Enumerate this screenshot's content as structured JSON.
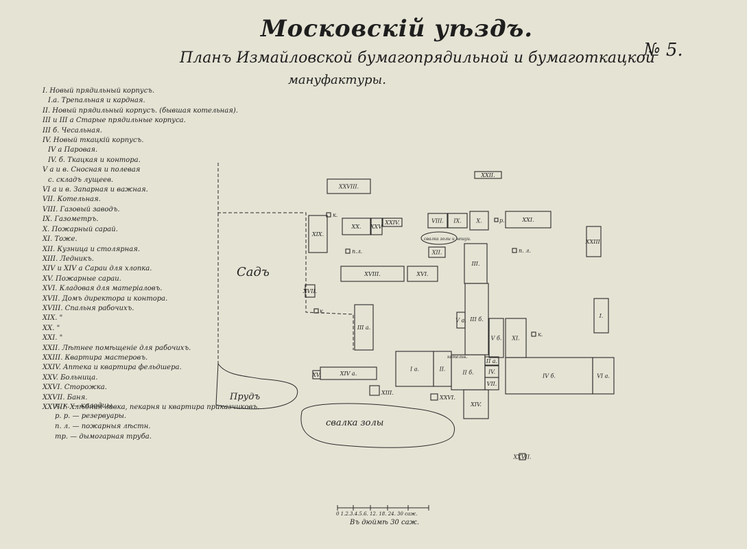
{
  "title": {
    "county": "Московскій уѣздъ.",
    "plan_line1": "Планъ Измайловской бумагопрядильной и бумаготкацкой",
    "plan_line2": "мануфактуры.",
    "sheet_number": "№ 5."
  },
  "legend": [
    {
      "key": "I.",
      "text": "Новый прядильный корпусъ."
    },
    {
      "key": "I.а.",
      "text": "Трепальная и кардная."
    },
    {
      "key": "II.",
      "text": "Новый прядильный корпусъ. (бывшая котельная)."
    },
    {
      "key": "III и III а",
      "text": "Старые прядильные корпуса."
    },
    {
      "key": "III б.",
      "text": "Чесальная."
    },
    {
      "key": "IV.",
      "text": "Новый ткацкій корпусъ."
    },
    {
      "key": "IV а",
      "text": "Паровая."
    },
    {
      "key": "IV. б.",
      "text": "Ткацкая и контора."
    },
    {
      "key": "V а и в.",
      "text": "Сносная и полевая"
    },
    {
      "key": "с.",
      "text": "складъ лущеев."
    },
    {
      "key": "VI а и в.",
      "text": "Запарная и важная."
    },
    {
      "key": "VII.",
      "text": "Котельная."
    },
    {
      "key": "VIII.",
      "text": "Газовый заводъ."
    },
    {
      "key": "IX.",
      "text": "Газометръ."
    },
    {
      "key": "X.",
      "text": "Пожарный сарай."
    },
    {
      "key": "XI.",
      "text": "Тоже."
    },
    {
      "key": "XII.",
      "text": "Кузница и столярная."
    },
    {
      "key": "XIII.",
      "text": "Ледникъ."
    },
    {
      "key": "XIV и XIV а",
      "text": "Сараи для хлопка."
    },
    {
      "key": "XV.",
      "text": "Пожарные сараи."
    },
    {
      "key": "XVI.",
      "text": "Кладовая для матеріаловъ."
    },
    {
      "key": "XVII.",
      "text": "Домъ директора и контора."
    },
    {
      "key": "XVIII.",
      "text": "Спальня рабочихъ."
    },
    {
      "key": "XIX.",
      "text": "\""
    },
    {
      "key": "XX.",
      "text": "\""
    },
    {
      "key": "XXI.",
      "text": "\""
    },
    {
      "key": "XXII.",
      "text": "Лѣтнее помѣщеніе для рабочихъ."
    },
    {
      "key": "XXIII.",
      "text": "Квартира мастеровъ."
    },
    {
      "key": "XXIV.",
      "text": "Аптека и квартира фельдшера."
    },
    {
      "key": "XXV.",
      "text": "Больница."
    },
    {
      "key": "XXVI.",
      "text": "Сторожка."
    },
    {
      "key": "XXVII.",
      "text": "Баня."
    },
    {
      "key": "XXVIII.",
      "text": "Хлѣбная лавка, пекарня и квартира приказчиковъ."
    }
  ],
  "abbreviations": [
    {
      "key": "к. к.",
      "text": "колодцы."
    },
    {
      "key": "р. р.",
      "text": "резервуары."
    },
    {
      "key": "п. л.",
      "text": "пожарныя лѣстн."
    },
    {
      "key": "тр.",
      "text": "дымогарная труба."
    }
  ],
  "map_labels": {
    "garden": "Садъ",
    "pond": "Прудъ",
    "ash_dump": "свалка золы",
    "small_ash_dump": "свалка золы и чешуи.",
    "boiler_room": "котельн."
  },
  "buildings": [
    {
      "label": "XXVIII."
    },
    {
      "label": "XXII."
    },
    {
      "label": "XIX."
    },
    {
      "label": "XX."
    },
    {
      "label": "XXV."
    },
    {
      "label": "XXIV."
    },
    {
      "label": "VIII."
    },
    {
      "label": "IX."
    },
    {
      "label": "X."
    },
    {
      "label": "XXI."
    },
    {
      "label": "XXIII."
    },
    {
      "label": "XII."
    },
    {
      "label": "XVIII."
    },
    {
      "label": "XVI."
    },
    {
      "label": "XVII."
    },
    {
      "label": "III а."
    },
    {
      "label": "III."
    },
    {
      "label": "III б."
    },
    {
      "label": "V а."
    },
    {
      "label": "V б."
    },
    {
      "label": "XI."
    },
    {
      "label": "I."
    },
    {
      "label": "I а."
    },
    {
      "label": "II."
    },
    {
      "label": "II б."
    },
    {
      "label": "II а."
    },
    {
      "label": "IV."
    },
    {
      "label": "IV б."
    },
    {
      "label": "VI а."
    },
    {
      "label": "VII."
    },
    {
      "label": "XIV."
    },
    {
      "label": "XIV а."
    },
    {
      "label": "XV."
    },
    {
      "label": "XIII."
    },
    {
      "label": "XXVI."
    },
    {
      "label": "XXVII."
    }
  ],
  "markers": {
    "well": "к.",
    "reservoir": "р.",
    "fire_ladder": "п. л.",
    "fire_ladder_short": "п.л.",
    "kitchen": "к."
  },
  "scale": {
    "ticks": "0 1.2.3.4.5.6.   12.   18.   24.   30 саж.",
    "caption": "Въ дюймѣ 30 саж."
  },
  "colors": {
    "paper": "#e5e3d4",
    "ink": "#2a2a2a"
  }
}
